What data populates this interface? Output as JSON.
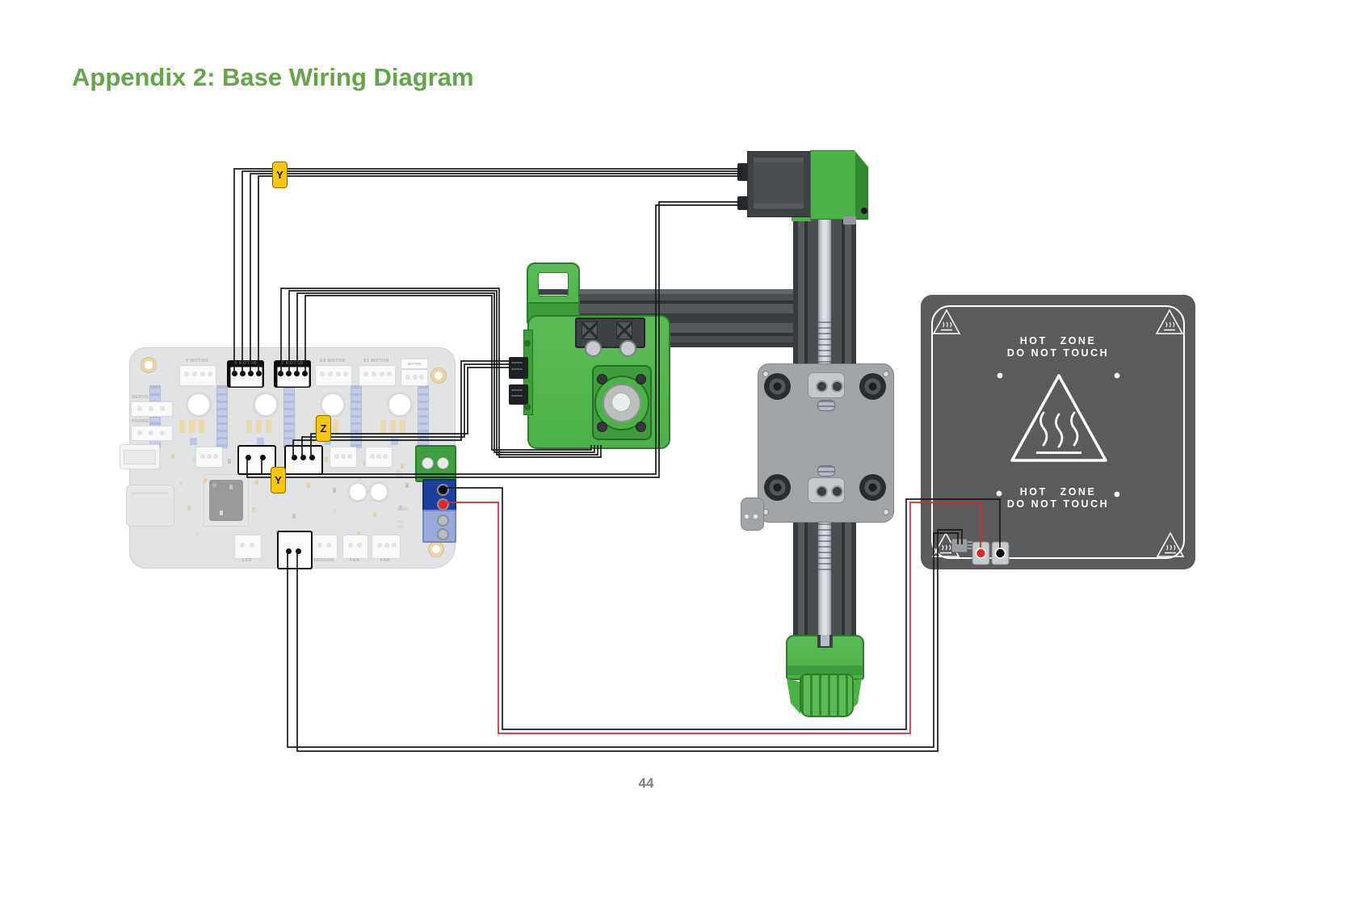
{
  "page": {
    "title": "Appendix 2: Base Wiring Diagram",
    "page_number": "44"
  },
  "board": {
    "top_connectors": [
      {
        "label": "Y MOTOR",
        "highlighted": false
      },
      {
        "label": "X MOTOR",
        "highlighted": true
      },
      {
        "label": "Z MOTOR",
        "highlighted": true
      },
      {
        "label": "E0 MOTOR",
        "highlighted": false
      },
      {
        "label": "E1 MOTOR",
        "highlighted": false
      },
      {
        "label": "MOTOR",
        "highlighted": false
      }
    ],
    "left_labels": {
      "servo": "SERVO",
      "probe": "PROBE"
    },
    "bottom_labels": {
      "led": "LED",
      "sensor": "SENSOR",
      "fan": "FAN"
    },
    "silkscreen": {
      "to252": "TO-252",
      "dpak": "DPAK"
    }
  },
  "wire_tags": {
    "x_bundle": "Y",
    "z_bundle": "Z",
    "endstop": "Y"
  },
  "bed": {
    "hot": "HOT",
    "zone": "ZONE",
    "do_not_touch": "DO NOT TOUCH"
  },
  "colors": {
    "title_green": "#62a647",
    "wire_red": "#e8232a",
    "tag_yellow": "#f6c60a",
    "machine_green": "#4cb247",
    "bed_gray": "#5a5b5d"
  }
}
